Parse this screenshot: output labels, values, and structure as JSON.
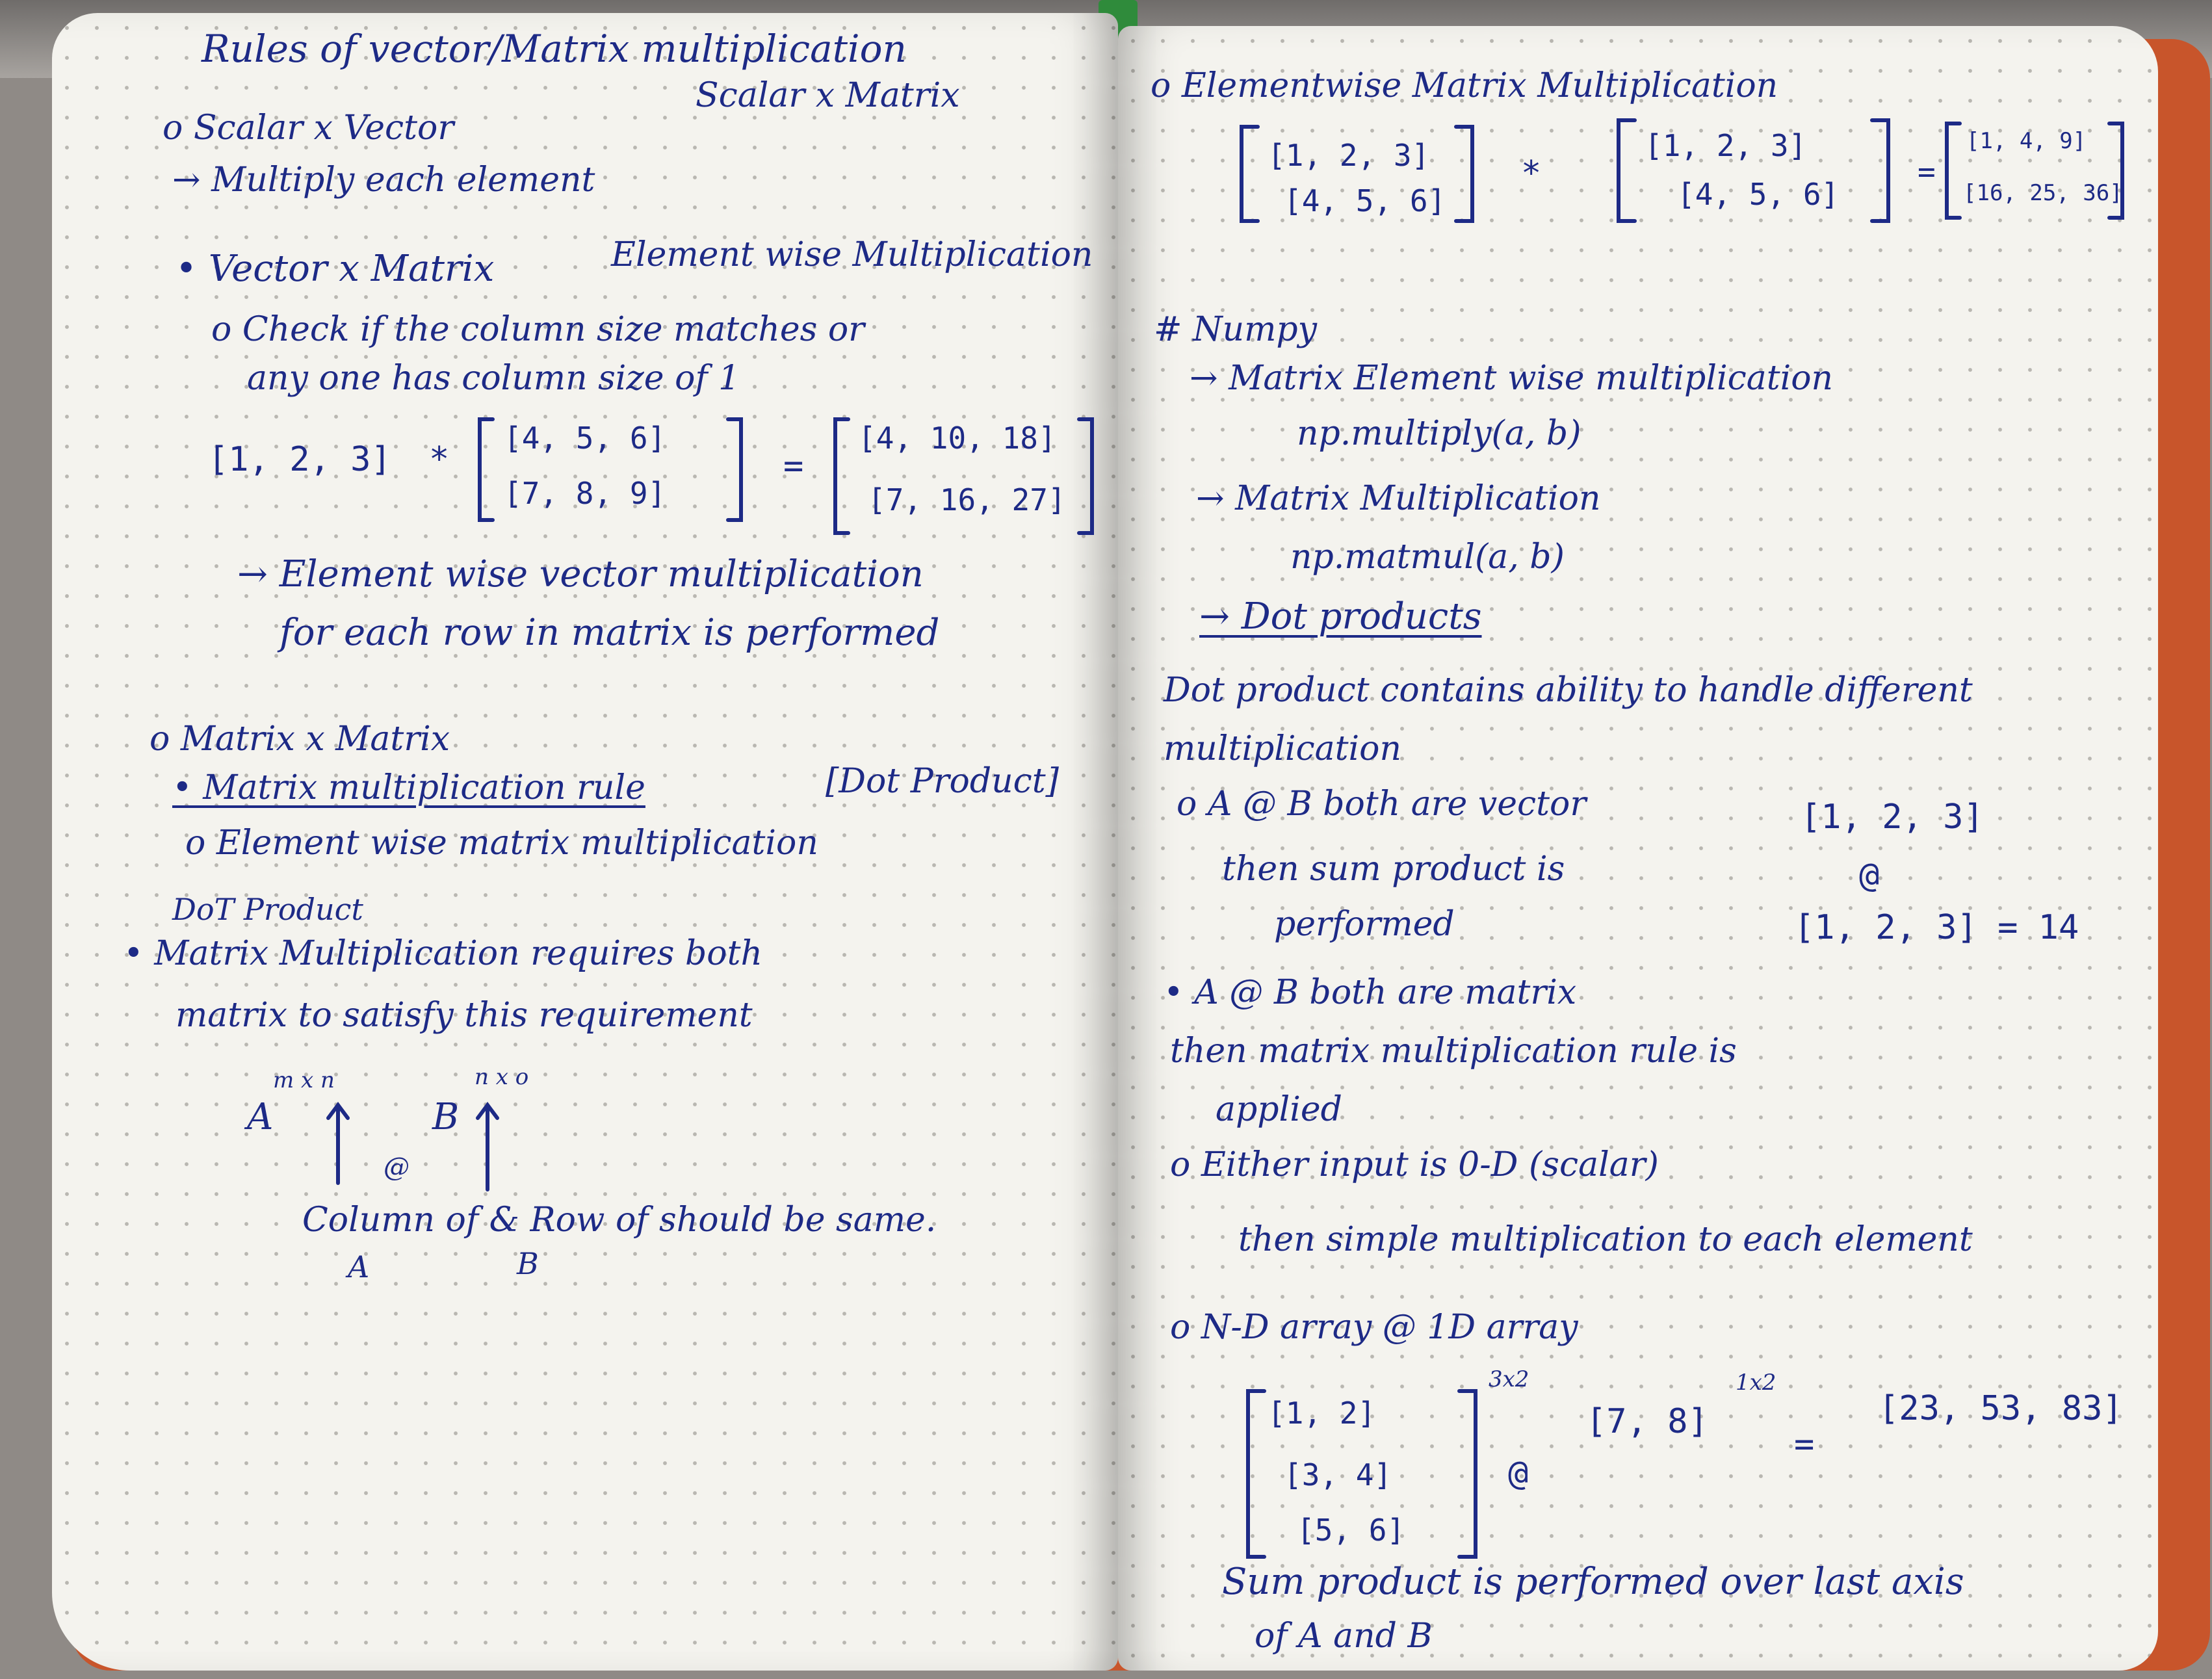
{
  "left_page": {
    "title": "Rules of vector/Matrix multiplication",
    "scalar_vector": "o Scalar x Vector",
    "scalar_matrix": "Scalar x Matrix",
    "multiply_each": "→ Multiply each element",
    "vector_matrix": "• Vector x Matrix",
    "elementwise_heading": "Element wise Multiplication",
    "check_line1": "o Check if the column size matches or",
    "check_line2": "any one has column size of 1",
    "vec": "[1, 2, 3]",
    "star": "*",
    "mat_row1": "[4, 5, 6]",
    "mat_row2": "[7, 8, 9]",
    "equals": "=",
    "res_row1": "[4, 10, 18]",
    "res_row2": "[7, 16, 27]",
    "ew_vector_line1": "→ Element wise vector multiplication",
    "ew_vector_line2": "for each row in matrix is performed",
    "matrix_matrix": "o Matrix x Matrix",
    "mm_rule": "• Matrix multiplication rule",
    "dot_product_bracket": "[Dot Product]",
    "ew_matrix": "o Element wise matrix multiplication",
    "dot_product_heading": "DoT Product",
    "requires_line1": "• Matrix Multiplication requires both",
    "requires_line2": "matrix to satisfy this requirement",
    "a_label": "A",
    "a_dims": "m x n",
    "b_label": "B",
    "b_dims": "n x o",
    "at_symbol": "@",
    "same_line1": "Column of & Row of  should be same.",
    "same_a": "A",
    "same_b": "B"
  },
  "right_page": {
    "ew_heading": "o Elementwise Matrix Multiplication",
    "m1_row1": "[1, 2, 3]",
    "m1_row2": "[4, 5, 6]",
    "star": "*",
    "m2_row1": "[1, 2, 3]",
    "m2_row2": "[4, 5, 6]",
    "equals": "=",
    "r_row1": "[1, 4, 9]",
    "r_row2": "[16, 25, 36]",
    "numpy_heading": "# Numpy",
    "np_ew_label": "→ Matrix Element wise multiplication",
    "np_multiply": "np.multiply(a, b)",
    "np_mm_label": "→ Matrix Multiplication",
    "np_matmul": "np.matmul(a, b)",
    "dot_products": "→ Dot products",
    "dot_contains_line1": "Dot product contains ability to handle different",
    "dot_contains_line2": "multiplication",
    "case1_line1": "o A @ B  both are vector",
    "case1_line2": "then sum product is",
    "case1_line3": "performed",
    "case1_vec1": "[1, 2, 3]",
    "case1_at": "@",
    "case1_vec2": "[1, 2, 3]  =  14",
    "case2_line1": "• A @ B  both are matrix",
    "case2_line2": "then matrix multiplication rule is",
    "case2_line3": "applied",
    "case3_line1": "o Either input is 0-D (scalar)",
    "case3_line2": "then simple multiplication to each element",
    "case4_line1": "o N-D array  @  1D array",
    "nd_row1": "[1, 2]",
    "nd_row2": "[3, 4]",
    "nd_row3": "[5, 6]",
    "nd_dims": "3x2",
    "nd_at": "@",
    "oned": "[7, 8]",
    "oned_dims": "1x2",
    "nd_equals": "=",
    "nd_result": "[23, 53, 83]",
    "sum_line1": "Sum product is performed over last axis",
    "sum_line2": "of A and B"
  }
}
